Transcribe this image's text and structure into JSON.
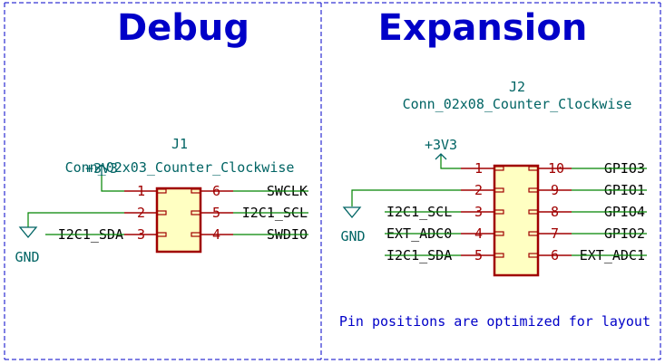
{
  "sheets": {
    "debug": {
      "title": "Debug"
    },
    "expansion": {
      "title": "Expansion",
      "note": "Pin positions are optimized for layout"
    }
  },
  "j1": {
    "ref": "J1",
    "value": "Conn_02x03_Counter_Clockwise",
    "power_label": "+3V3",
    "gnd_label": "GND",
    "left_pins": [
      {
        "num": "1",
        "net": ""
      },
      {
        "num": "2",
        "net": ""
      },
      {
        "num": "3",
        "net": "I2C1_SDA"
      }
    ],
    "right_pins": [
      {
        "num": "6",
        "net": "SWCLK"
      },
      {
        "num": "5",
        "net": "I2C1_SCL"
      },
      {
        "num": "4",
        "net": "SWDIO"
      }
    ]
  },
  "j2": {
    "ref": "J2",
    "value": "Conn_02x08_Counter_Clockwise",
    "power_label": "+3V3",
    "gnd_label": "GND",
    "left_pins": [
      {
        "num": "1",
        "net": ""
      },
      {
        "num": "2",
        "net": ""
      },
      {
        "num": "3",
        "net": "I2C1_SCL"
      },
      {
        "num": "4",
        "net": "EXT_ADC0"
      },
      {
        "num": "5",
        "net": "I2C1_SDA"
      }
    ],
    "right_pins": [
      {
        "num": "10",
        "net": "GPIO3"
      },
      {
        "num": "9",
        "net": "GPIO1"
      },
      {
        "num": "8",
        "net": "GPIO4"
      },
      {
        "num": "7",
        "net": "GPIO2"
      },
      {
        "num": "6",
        "net": "EXT_ADC1"
      }
    ]
  }
}
